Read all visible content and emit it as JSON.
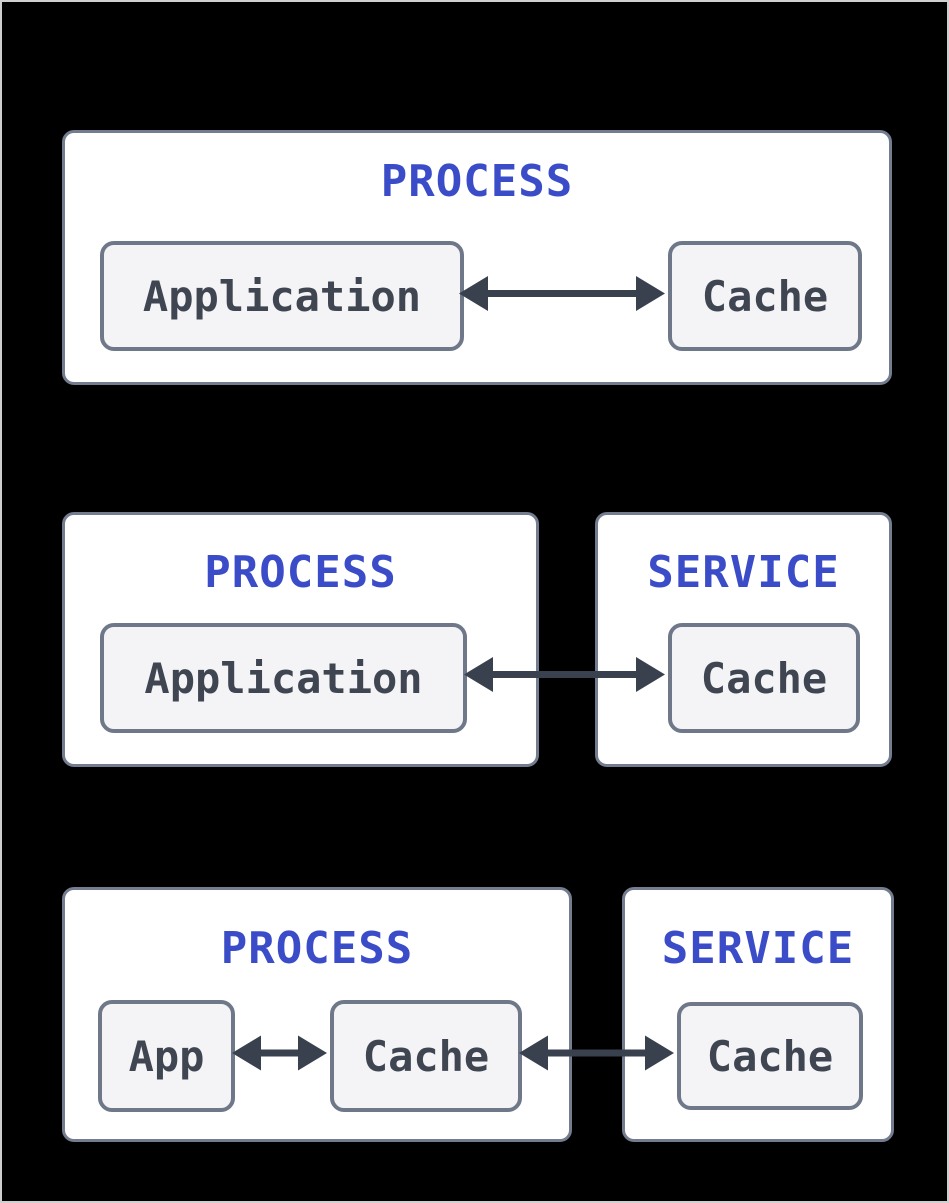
{
  "colors": {
    "background": "#000000",
    "container_fill": "#ffffff",
    "container_border": "#747d8f",
    "node_fill": "#f4f4f6",
    "node_border": "#6e7889",
    "title_text": "#3b4cc8",
    "label_text": "#3f4652",
    "arrow": "#3a414e"
  },
  "diagram": {
    "rows": [
      {
        "containers": [
          {
            "title": "PROCESS",
            "nodes": [
              {
                "label": "Application"
              },
              {
                "label": "Cache"
              }
            ]
          }
        ],
        "connections": [
          {
            "from": "Application",
            "to": "Cache",
            "type": "bidirectional"
          }
        ]
      },
      {
        "containers": [
          {
            "title": "PROCESS",
            "nodes": [
              {
                "label": "Application"
              }
            ]
          },
          {
            "title": "SERVICE",
            "nodes": [
              {
                "label": "Cache"
              }
            ]
          }
        ],
        "connections": [
          {
            "from": "Application",
            "to": "Cache",
            "type": "bidirectional"
          }
        ]
      },
      {
        "containers": [
          {
            "title": "PROCESS",
            "nodes": [
              {
                "label": "App"
              },
              {
                "label": "Cache"
              }
            ]
          },
          {
            "title": "SERVICE",
            "nodes": [
              {
                "label": "Cache"
              }
            ]
          }
        ],
        "connections": [
          {
            "from": "App",
            "to": "Cache (process)",
            "type": "bidirectional"
          },
          {
            "from": "Cache (process)",
            "to": "Cache (service)",
            "type": "bidirectional"
          }
        ]
      }
    ]
  }
}
